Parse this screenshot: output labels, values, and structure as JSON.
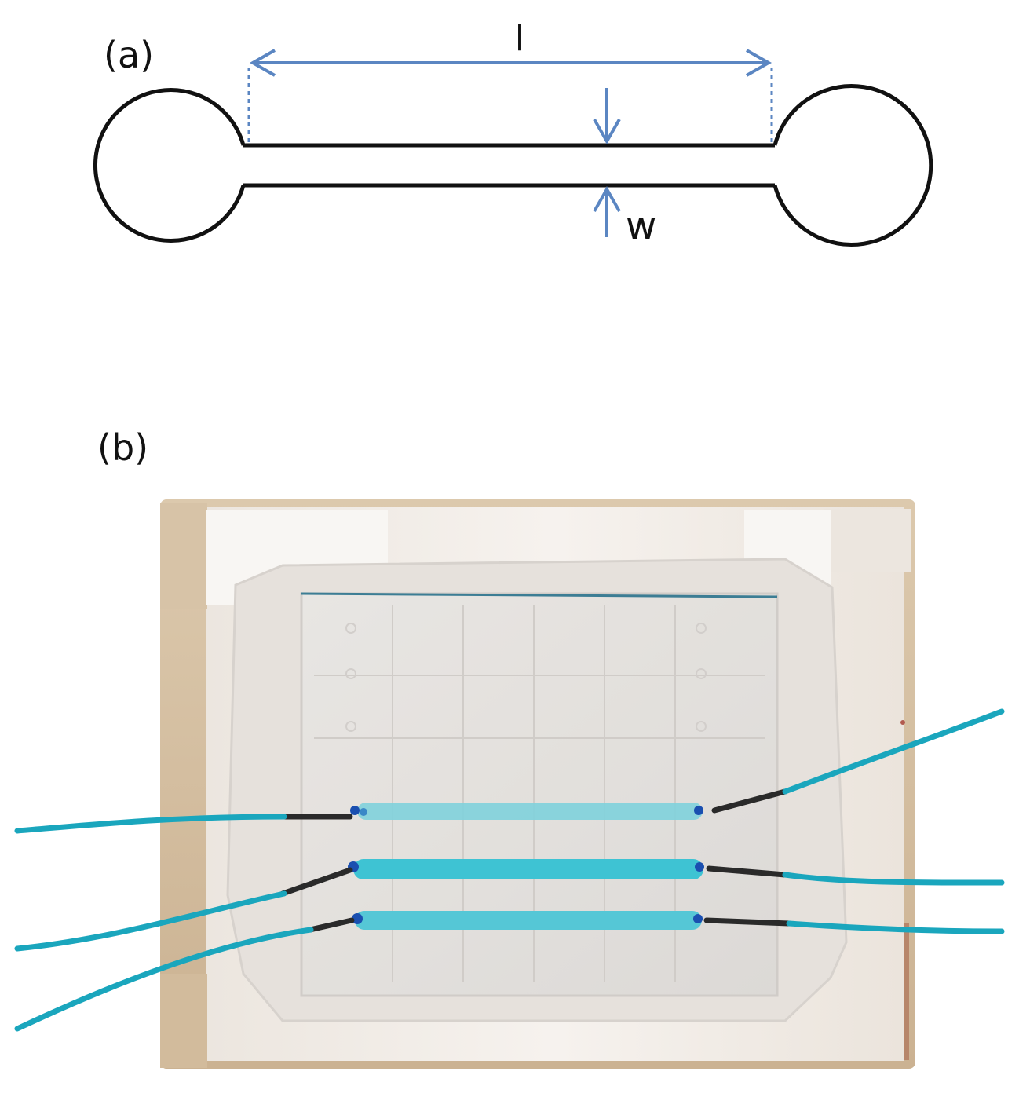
{
  "panels": {
    "a": {
      "label": "(a)"
    },
    "b": {
      "label": "(b)"
    }
  },
  "dimensions": {
    "length_label": "l",
    "width_label": "w"
  },
  "colors": {
    "outline": "#111111",
    "dimension": "#5b86c2",
    "dye": "#3ec3d3",
    "tubing": "#1aa6bd",
    "holder": "#f1ece6",
    "wood": "#d8c4a8"
  }
}
